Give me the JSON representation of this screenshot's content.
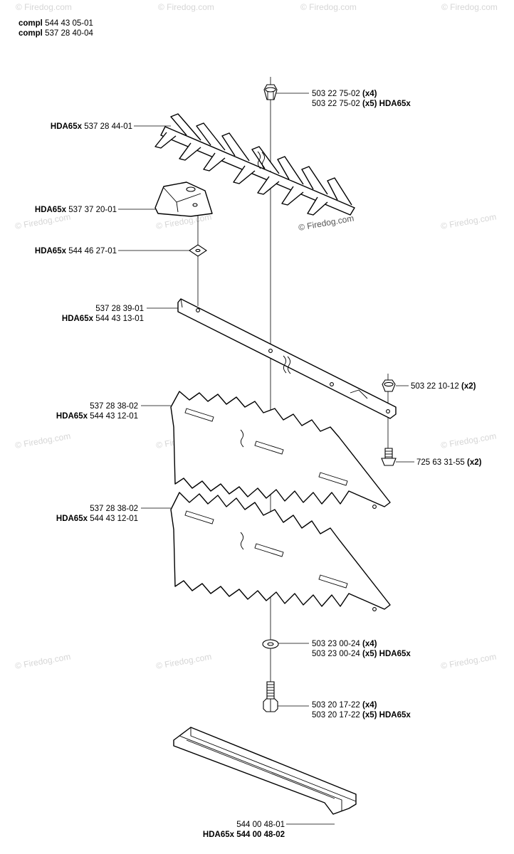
{
  "header": {
    "line1": {
      "prefix": "compl",
      "part": "544 43 05-01"
    },
    "line2": {
      "prefix": "compl",
      "part": "537 28 40-04"
    }
  },
  "watermark": "© Firedog.com",
  "callouts": {
    "nut_top": {
      "line1": {
        "part": "503 22 75-02",
        "qty": "(x4)"
      },
      "line2": {
        "part": "503 22 75-02",
        "qty": "(x5)",
        "model": "HDA65x"
      }
    },
    "upper_blade": {
      "model": "HDA65x",
      "part": "537 28 44-01"
    },
    "guide_plate": {
      "model": "HDA65x",
      "part": "537 37 20-01"
    },
    "washer_small": {
      "model": "HDA65x",
      "part": "544 46 27-01"
    },
    "bar": {
      "line1": "537 28 39-01",
      "line2": {
        "model": "HDA65x",
        "part": "544 43 13-01"
      }
    },
    "lock_nut": {
      "part": "503 22 10-12",
      "qty": "(x2)"
    },
    "screw": {
      "part": "725 63 31-55",
      "qty": "(x2)"
    },
    "blade_1": {
      "line1": "537 28 38-02",
      "line2": {
        "model": "HDA65x",
        "part": "544 43 12-01"
      }
    },
    "blade_2": {
      "line1": "537 28 38-02",
      "line2": {
        "model": "HDA65x",
        "part": "544 43 12-01"
      }
    },
    "washer_bottom": {
      "line1": {
        "part": "503 23 00-24",
        "qty": "(x4)"
      },
      "line2": {
        "part": "503 23 00-24",
        "qty": "(x5)",
        "model": "HDA65x"
      }
    },
    "bolt": {
      "line1": {
        "part": "503 20 17-22",
        "qty": "(x4)"
      },
      "line2": {
        "part": "503 20 17-22",
        "qty": "(x5)",
        "model": "HDA65x"
      }
    },
    "guard": {
      "line1": "544 00 48-01",
      "line2": "HDA65x 544 00 48-02"
    }
  }
}
